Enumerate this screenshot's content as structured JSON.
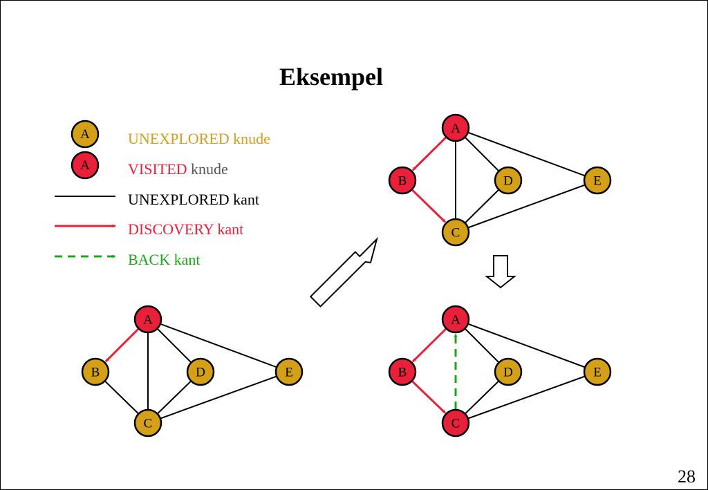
{
  "title": "Eksempel",
  "page_number": "28",
  "colors": {
    "unexplored_node": "#d4a017",
    "visited_node": "#e8203a",
    "discovery": "#e8203a",
    "back": "#18a818",
    "edge": "#000000"
  },
  "legend": {
    "unexplored_node": {
      "sample": "A",
      "label": "UNEXPLORED knude"
    },
    "visited_node": {
      "sample": "A",
      "word": "VISITED",
      "rest": " knude"
    },
    "unexplored_edge": {
      "label": "UNEXPLORED kant"
    },
    "discovery_edge": {
      "label": "DISCOVERY kant"
    },
    "back_edge": {
      "label": "BACK kant"
    }
  },
  "step_arrows": [
    "arrow-up-right-icon",
    "arrow-down-icon"
  ],
  "graphs": [
    {
      "id": "step-1",
      "nodes": [
        {
          "id": "A",
          "label": "A",
          "state": "visited"
        },
        {
          "id": "B",
          "label": "B",
          "state": "unexplored"
        },
        {
          "id": "C",
          "label": "C",
          "state": "unexplored"
        },
        {
          "id": "D",
          "label": "D",
          "state": "unexplored"
        },
        {
          "id": "E",
          "label": "E",
          "state": "unexplored"
        }
      ],
      "edges": [
        {
          "from": "A",
          "to": "B",
          "type": "discovery"
        },
        {
          "from": "A",
          "to": "C",
          "type": "unexplored"
        },
        {
          "from": "A",
          "to": "D",
          "type": "unexplored"
        },
        {
          "from": "A",
          "to": "E",
          "type": "unexplored"
        },
        {
          "from": "B",
          "to": "C",
          "type": "unexplored"
        },
        {
          "from": "C",
          "to": "D",
          "type": "unexplored"
        },
        {
          "from": "C",
          "to": "E",
          "type": "unexplored"
        }
      ]
    },
    {
      "id": "step-2",
      "nodes": [
        {
          "id": "A",
          "label": "A",
          "state": "visited"
        },
        {
          "id": "B",
          "label": "B",
          "state": "visited"
        },
        {
          "id": "C",
          "label": "C",
          "state": "unexplored"
        },
        {
          "id": "D",
          "label": "D",
          "state": "unexplored"
        },
        {
          "id": "E",
          "label": "E",
          "state": "unexplored"
        }
      ],
      "edges": [
        {
          "from": "A",
          "to": "B",
          "type": "discovery"
        },
        {
          "from": "A",
          "to": "C",
          "type": "unexplored"
        },
        {
          "from": "A",
          "to": "D",
          "type": "unexplored"
        },
        {
          "from": "A",
          "to": "E",
          "type": "unexplored"
        },
        {
          "from": "B",
          "to": "C",
          "type": "discovery"
        },
        {
          "from": "C",
          "to": "D",
          "type": "unexplored"
        },
        {
          "from": "C",
          "to": "E",
          "type": "unexplored"
        }
      ]
    },
    {
      "id": "step-3",
      "nodes": [
        {
          "id": "A",
          "label": "A",
          "state": "visited"
        },
        {
          "id": "B",
          "label": "B",
          "state": "visited"
        },
        {
          "id": "C",
          "label": "C",
          "state": "visited"
        },
        {
          "id": "D",
          "label": "D",
          "state": "unexplored"
        },
        {
          "id": "E",
          "label": "E",
          "state": "unexplored"
        }
      ],
      "edges": [
        {
          "from": "A",
          "to": "B",
          "type": "discovery"
        },
        {
          "from": "C",
          "to": "A",
          "type": "back"
        },
        {
          "from": "A",
          "to": "D",
          "type": "unexplored"
        },
        {
          "from": "A",
          "to": "E",
          "type": "unexplored"
        },
        {
          "from": "B",
          "to": "C",
          "type": "discovery"
        },
        {
          "from": "C",
          "to": "D",
          "type": "unexplored"
        },
        {
          "from": "C",
          "to": "E",
          "type": "unexplored"
        }
      ]
    }
  ]
}
